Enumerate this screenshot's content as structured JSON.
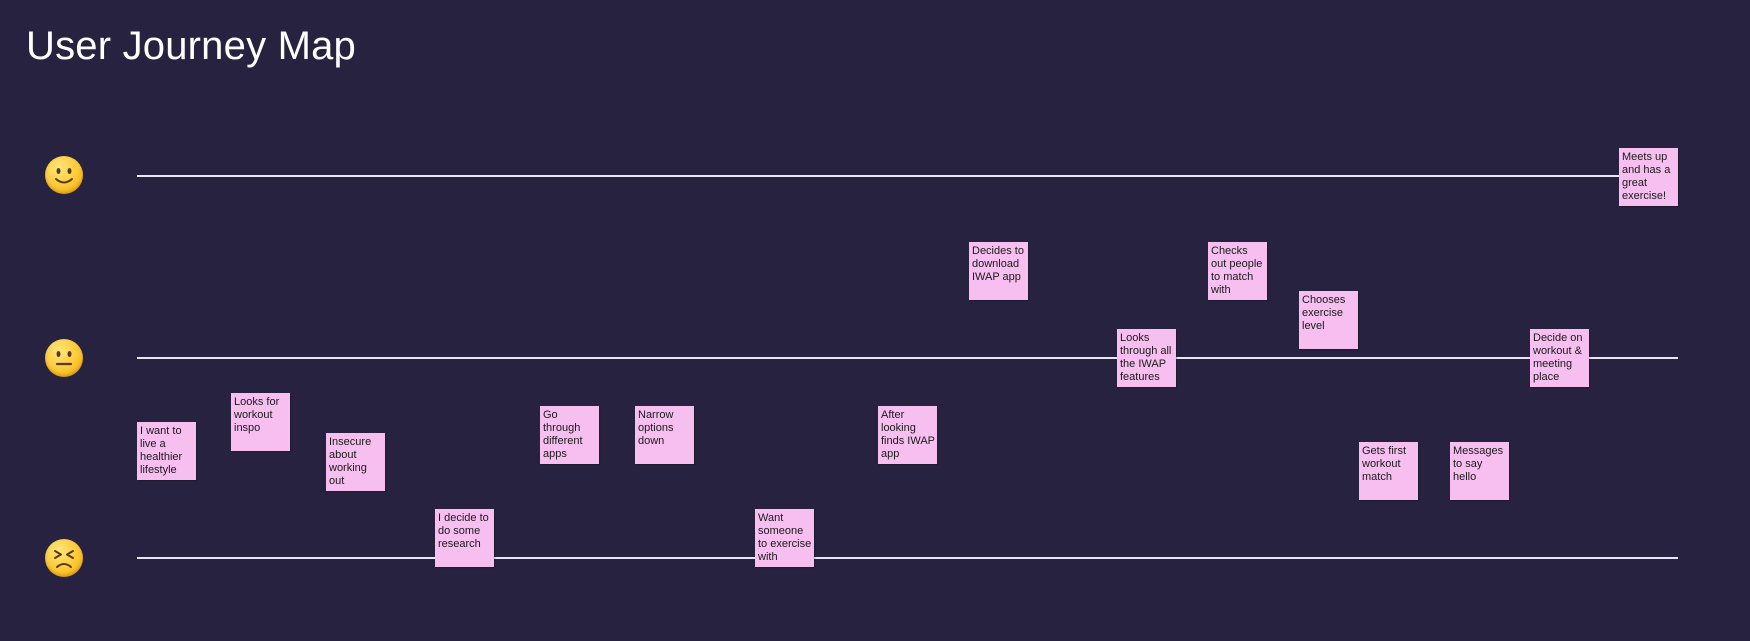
{
  "title": "User Journey Map",
  "lanes": [
    {
      "icon": "happy-face-icon"
    },
    {
      "icon": "neutral-face-icon"
    },
    {
      "icon": "sad-face-icon"
    }
  ],
  "notes": [
    {
      "text": "I want to live a healthier lifestyle"
    },
    {
      "text": "Looks for workout inspo"
    },
    {
      "text": "Insecure about working out"
    },
    {
      "text": "I decide to do some research"
    },
    {
      "text": "Go through different apps"
    },
    {
      "text": "Narrow options down"
    },
    {
      "text": "Want someone to exercise with"
    },
    {
      "text": "After looking finds IWAP app"
    },
    {
      "text": "Decides to download IWAP app"
    },
    {
      "text": "Looks through all the IWAP features"
    },
    {
      "text": "Checks out people to match with"
    },
    {
      "text": "Chooses exercise level"
    },
    {
      "text": "Gets first workout match"
    },
    {
      "text": "Messages to say hello"
    },
    {
      "text": "Decide on workout & meeting place"
    },
    {
      "text": "Meets up and has a great exercise!"
    }
  ],
  "colors": {
    "background": "#262240",
    "sticky": "#f6bff0",
    "line": "#e9e6f2"
  }
}
